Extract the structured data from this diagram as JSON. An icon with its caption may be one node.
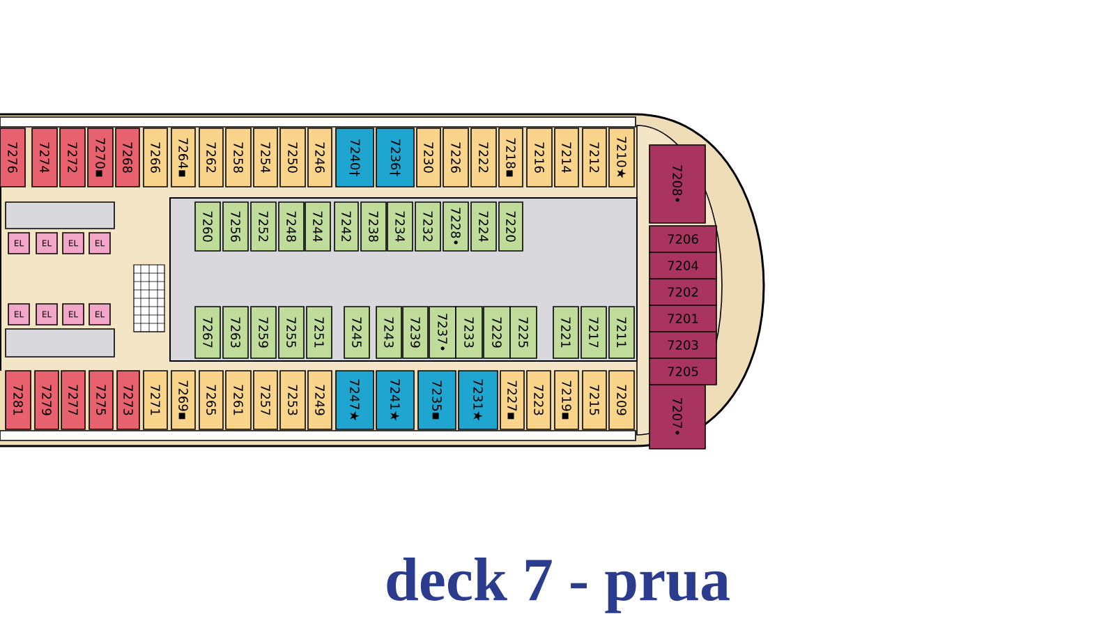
{
  "diagram": {
    "title": "deck 7 - prua",
    "nodes": [
      {
        "text": [
          "7276"
        ]
      },
      {
        "text": [
          "7274"
        ]
      },
      {
        "text": [
          "7272"
        ]
      },
      {
        "text": [
          "7270▪"
        ]
      },
      {
        "text": [
          "7268"
        ]
      },
      {
        "text": [
          "7266"
        ]
      },
      {
        "text": [
          "7264▪"
        ]
      },
      {
        "text": [
          "7262"
        ]
      },
      {
        "text": [
          "7258"
        ]
      },
      {
        "text": [
          "7254"
        ]
      },
      {
        "text": [
          "7250"
        ]
      },
      {
        "text": [
          "7246"
        ]
      },
      {
        "text": [
          "7240†"
        ]
      },
      {
        "text": [
          "7236†"
        ]
      },
      {
        "text": [
          "7230"
        ]
      },
      {
        "text": [
          "7226"
        ]
      },
      {
        "text": [
          "7222"
        ]
      },
      {
        "text": [
          "7218▪"
        ]
      },
      {
        "text": [
          "7216"
        ]
      },
      {
        "text": [
          "7214"
        ]
      },
      {
        "text": [
          "7212"
        ]
      },
      {
        "text": [
          "7210★"
        ]
      },
      {
        "text": [
          "7208•"
        ]
      },
      {
        "text": [
          "EL"
        ]
      },
      {
        "text": [
          "EL"
        ]
      },
      {
        "text": [
          "EL"
        ]
      },
      {
        "text": [
          "EL"
        ]
      },
      {
        "text": [
          "7260"
        ]
      },
      {
        "text": [
          "7256"
        ]
      },
      {
        "text": [
          "7252"
        ]
      },
      {
        "text": [
          "7248"
        ]
      },
      {
        "text": [
          "7244"
        ]
      },
      {
        "text": [
          "7242"
        ]
      },
      {
        "text": [
          "7238"
        ]
      },
      {
        "text": [
          "7234"
        ]
      },
      {
        "text": [
          "7232"
        ]
      },
      {
        "text": [
          "7228•"
        ]
      },
      {
        "text": [
          "7224"
        ]
      },
      {
        "text": [
          "7220"
        ]
      },
      {
        "text": [
          "7206"
        ]
      },
      {
        "text": [
          "7204"
        ]
      },
      {
        "text": [
          "7202"
        ]
      },
      {
        "text": [
          "7201"
        ]
      },
      {
        "text": [
          "7203"
        ]
      },
      {
        "text": [
          "7205"
        ]
      },
      {
        "text": [
          "EL"
        ]
      },
      {
        "text": [
          "EL"
        ]
      },
      {
        "text": [
          "EL"
        ]
      },
      {
        "text": [
          "EL"
        ]
      },
      {
        "text": [
          "7267"
        ]
      },
      {
        "text": [
          "7263"
        ]
      },
      {
        "text": [
          "7259"
        ]
      },
      {
        "text": [
          "7255"
        ]
      },
      {
        "text": [
          "7251"
        ]
      },
      {
        "text": [
          "7245"
        ]
      },
      {
        "text": [
          "7243"
        ]
      },
      {
        "text": [
          "7239"
        ]
      },
      {
        "text": [
          "7237•"
        ]
      },
      {
        "text": [
          "7233"
        ]
      },
      {
        "text": [
          "7229"
        ]
      },
      {
        "text": [
          "7225"
        ]
      },
      {
        "text": [
          "7221"
        ]
      },
      {
        "text": [
          "7217"
        ]
      },
      {
        "text": [
          "7211"
        ]
      },
      {
        "text": [
          "7281"
        ]
      },
      {
        "text": [
          "7279"
        ]
      },
      {
        "text": [
          "7277"
        ]
      },
      {
        "text": [
          "7275"
        ]
      },
      {
        "text": [
          "7273"
        ]
      },
      {
        "text": [
          "7271"
        ]
      },
      {
        "text": [
          "7269▪"
        ]
      },
      {
        "text": [
          "7265"
        ]
      },
      {
        "text": [
          "7261"
        ]
      },
      {
        "text": [
          "7257"
        ]
      },
      {
        "text": [
          "7253"
        ]
      },
      {
        "text": [
          "7249"
        ]
      },
      {
        "text": [
          "7247★"
        ]
      },
      {
        "text": [
          "7241★"
        ]
      },
      {
        "text": [
          "7235▪"
        ]
      },
      {
        "text": [
          "7231★"
        ]
      },
      {
        "text": [
          "7227▪"
        ]
      },
      {
        "text": [
          "7223"
        ]
      },
      {
        "text": [
          "7219▪"
        ]
      },
      {
        "text": [
          "7215"
        ]
      },
      {
        "text": [
          "7209"
        ]
      },
      {
        "text": [
          "7207•"
        ]
      }
    ]
  }
}
